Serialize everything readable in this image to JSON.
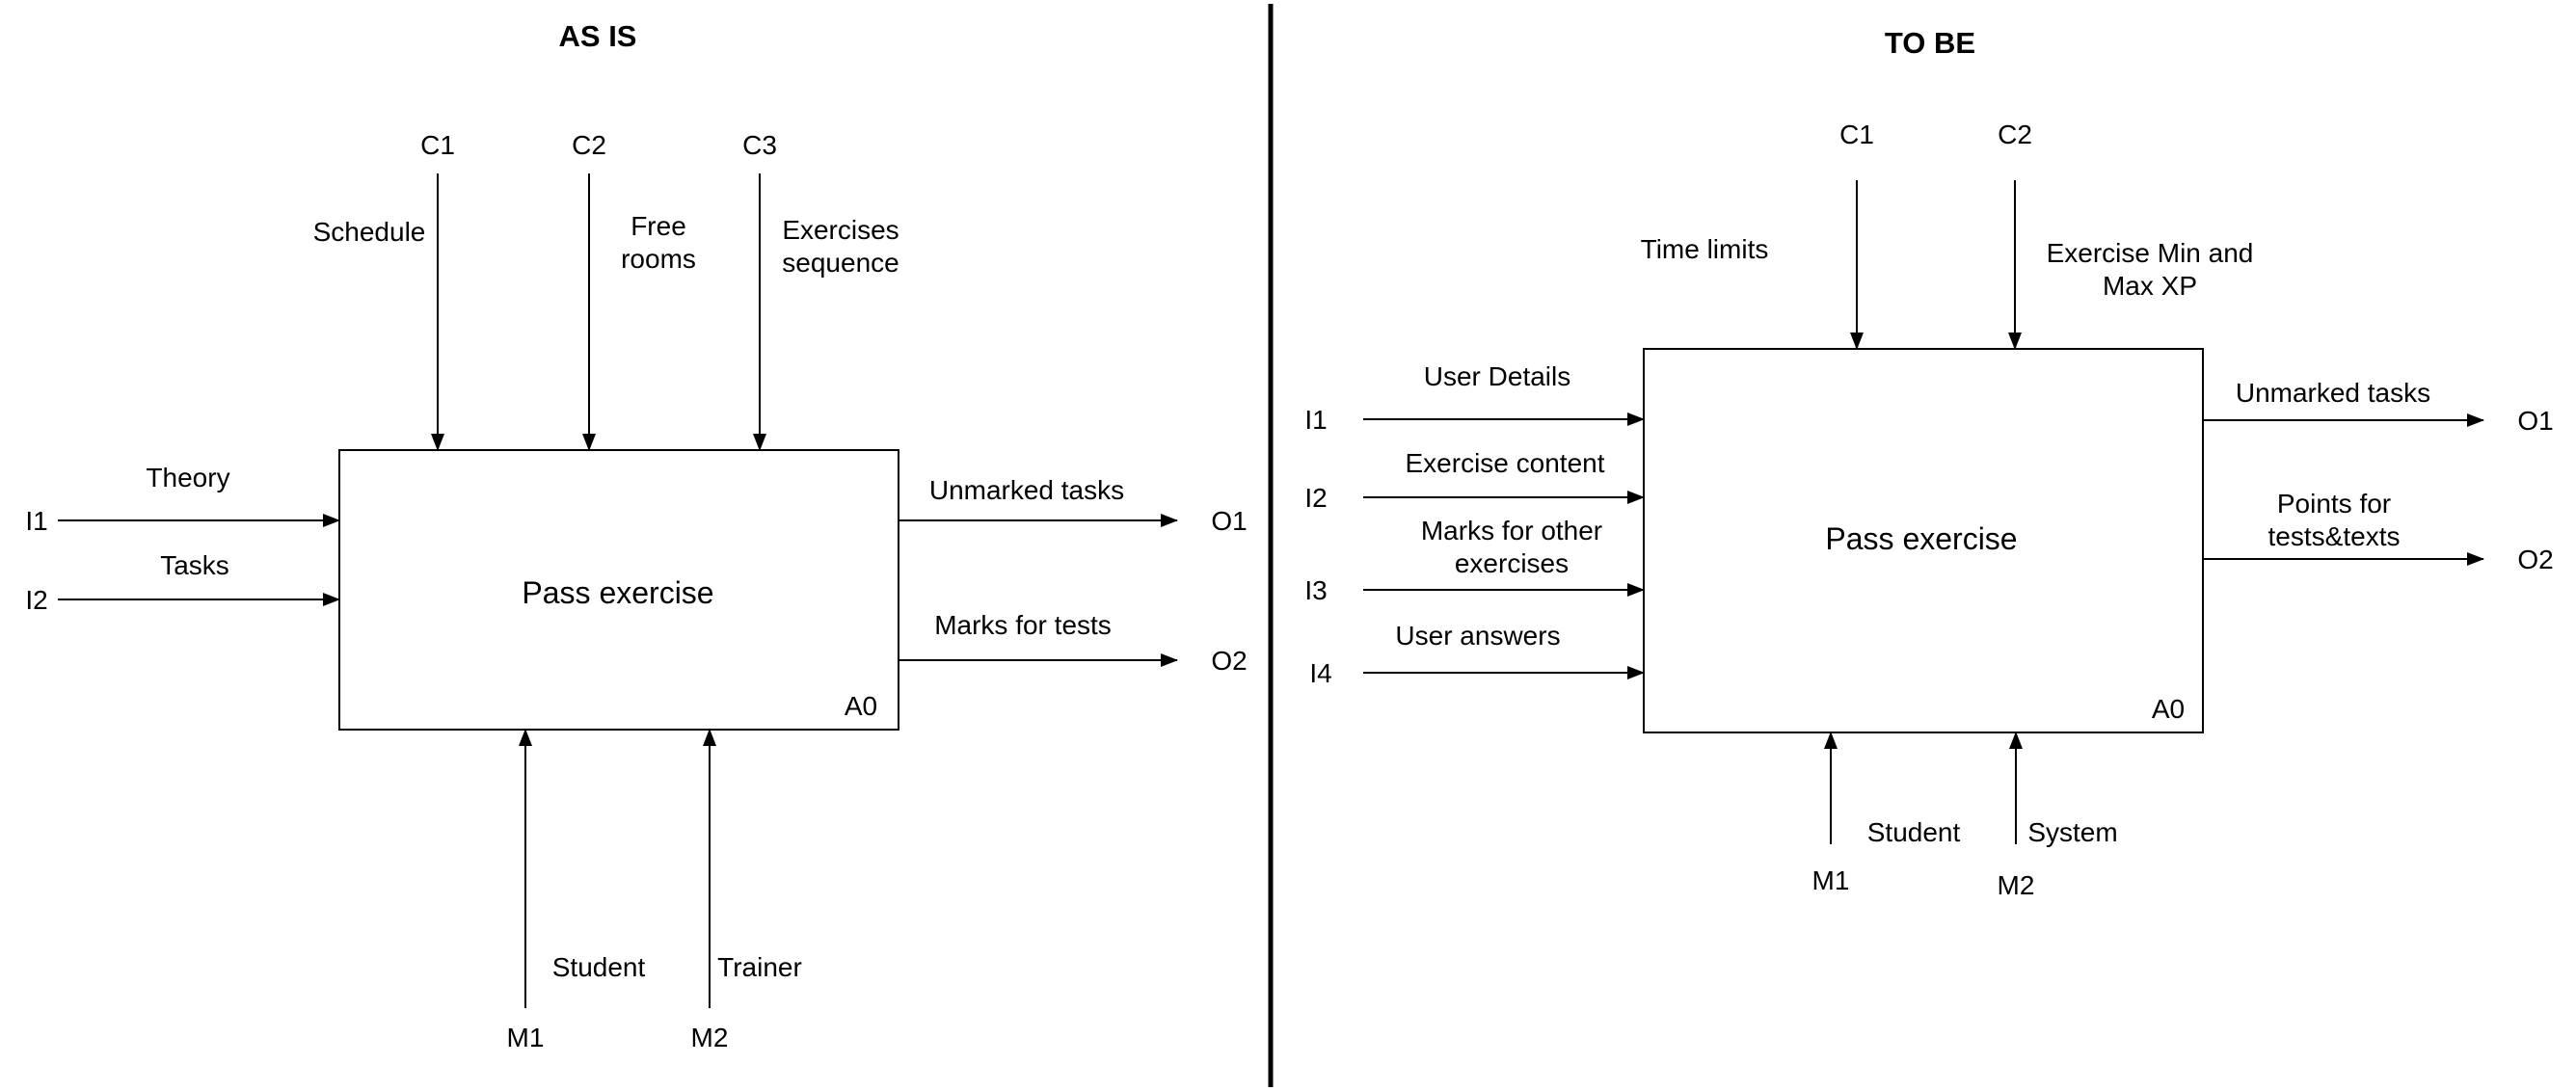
{
  "as_is": {
    "title": "AS IS",
    "function_label": "Pass exercise",
    "node_label": "A0",
    "controls": [
      {
        "id": "C1",
        "label": "Schedule"
      },
      {
        "id": "C2",
        "label": "Free\nrooms"
      },
      {
        "id": "C3",
        "label": "Exercises\nsequence"
      }
    ],
    "inputs": [
      {
        "id": "I1",
        "label": "Theory"
      },
      {
        "id": "I2",
        "label": "Tasks"
      }
    ],
    "outputs": [
      {
        "id": "O1",
        "label": "Unmarked tasks"
      },
      {
        "id": "O2",
        "label": "Marks for tests"
      }
    ],
    "mechanisms": [
      {
        "id": "M1",
        "label": "Student"
      },
      {
        "id": "M2",
        "label": "Trainer"
      }
    ]
  },
  "to_be": {
    "title": "TO BE",
    "function_label": "Pass exercise",
    "node_label": "A0",
    "controls": [
      {
        "id": "C1",
        "label": "Time limits"
      },
      {
        "id": "C2",
        "label": "Exercise Min and\nMax XP"
      }
    ],
    "inputs": [
      {
        "id": "I1",
        "label": "User Details"
      },
      {
        "id": "I2",
        "label": "Exercise content"
      },
      {
        "id": "I3",
        "label": "Marks for other\nexercises"
      },
      {
        "id": "I4",
        "label": "User answers"
      }
    ],
    "outputs": [
      {
        "id": "O1",
        "label": "Unmarked tasks"
      },
      {
        "id": "O2",
        "label": "Points for\ntests&texts"
      }
    ],
    "mechanisms": [
      {
        "id": "M1",
        "label": "Student"
      },
      {
        "id": "M2",
        "label": "System"
      }
    ]
  }
}
